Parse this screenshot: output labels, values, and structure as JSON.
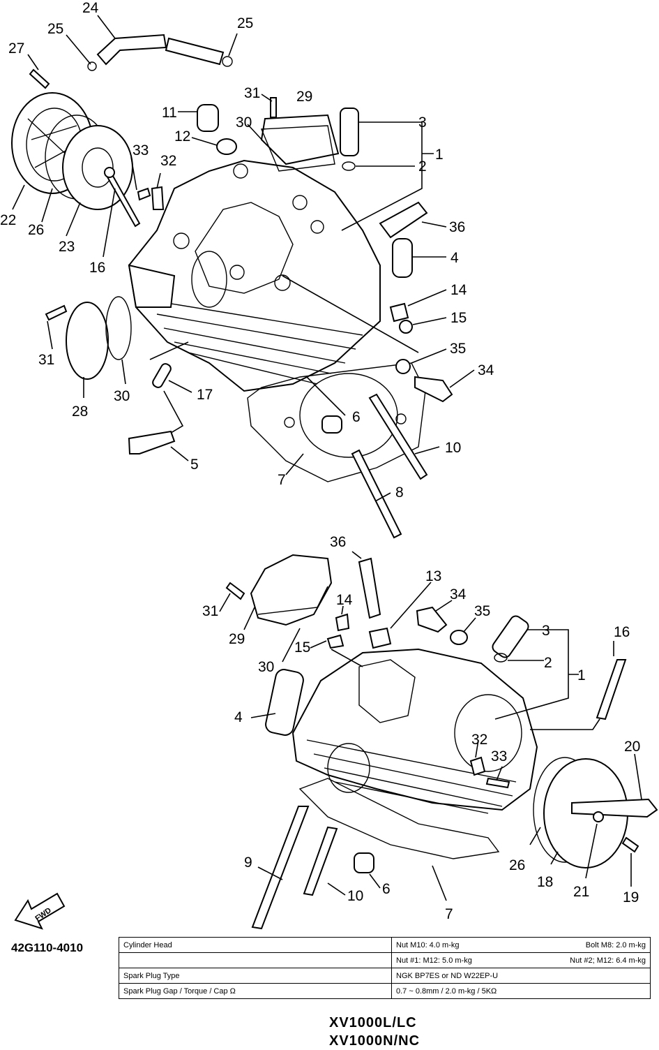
{
  "labels": {
    "top": [
      "24",
      "25",
      "25",
      "27",
      "31",
      "29",
      "3",
      "11",
      "30",
      "1",
      "12",
      "2",
      "33",
      "32",
      "22",
      "26",
      "23",
      "16",
      "36",
      "4",
      "14",
      "15",
      "31",
      "30",
      "35",
      "34",
      "17",
      "28",
      "6",
      "10",
      "5",
      "7",
      "8"
    ],
    "bottom": [
      "36",
      "13",
      "31",
      "14",
      "34",
      "29",
      "15",
      "35",
      "3",
      "30",
      "2",
      "16",
      "1",
      "4",
      "20",
      "32",
      "33",
      "9",
      "26",
      "18",
      "21",
      "10",
      "6",
      "19",
      "7"
    ]
  },
  "front_arrow": "FWD",
  "part_code": "42G110-4010",
  "table": {
    "r1_left": "Cylinder Head",
    "r1_right_a": "Nut M10: 4.0 m-kg",
    "r1_right_b": "Bolt M8: 2.0 m-kg",
    "r2_right_a": "Nut #1: M12: 5.0 m-kg",
    "r2_right_b": "Nut #2; M12: 6.4 m-kg",
    "r3_left": "Spark Plug Type",
    "r3_right": "NGK BP7ES or ND W22EP-U",
    "r4_left": "Spark Plug Gap / Torque / Cap Ω",
    "r4_right": "0.7 ~ 0.8mm / 2.0 m-kg / 5KΩ"
  },
  "models": [
    "XV1000L/LC",
    "XV1000N/NC"
  ]
}
